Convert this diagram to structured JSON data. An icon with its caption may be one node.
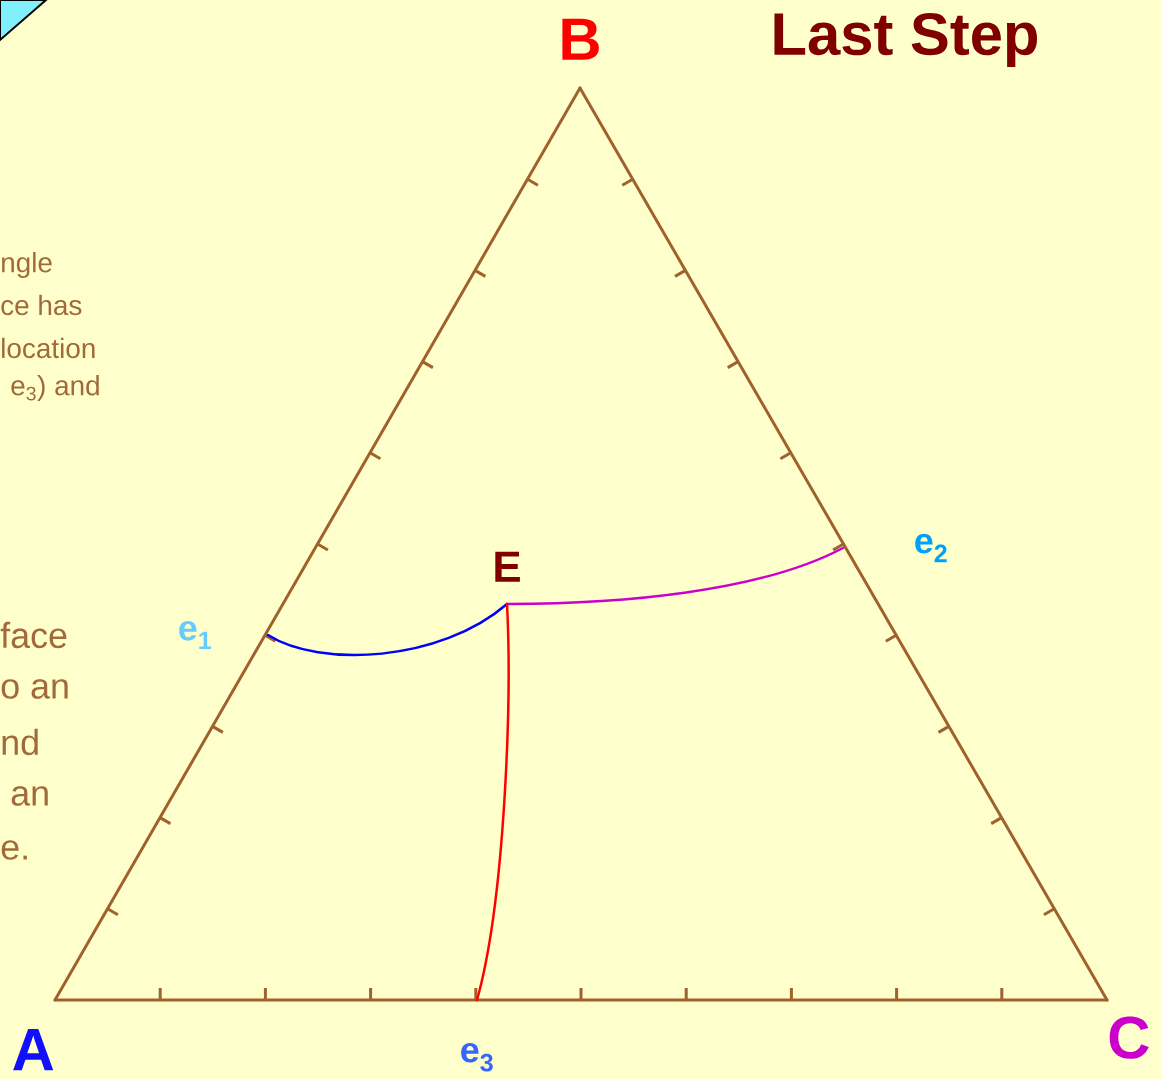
{
  "diagram": {
    "title": "Last Step",
    "nodes": [
      {
        "text": [
          "A"
        ]
      },
      {
        "text": [
          "B"
        ]
      },
      {
        "text": [
          "C"
        ]
      },
      {
        "text": [
          "E"
        ]
      },
      {
        "text": [
          "e$_{1}$"
        ]
      },
      {
        "text": [
          "e$_{2}$"
        ]
      },
      {
        "text": [
          "e$_{3}$"
        ]
      }
    ],
    "edges": [
      {
        "from": 0,
        "to": 1,
        "arrow": "none",
        "color": "#a0622d"
      },
      {
        "from": 1,
        "to": 2,
        "arrow": "none",
        "color": "#a0622d"
      },
      {
        "from": 2,
        "to": 0,
        "arrow": "none",
        "color": "#a0622d"
      },
      {
        "from": 4,
        "to": 3,
        "arrow": "none",
        "color": "#0000ff"
      },
      {
        "from": 5,
        "to": 3,
        "arrow": "none",
        "color": "#cc00cc"
      },
      {
        "from": 6,
        "to": 3,
        "arrow": "none",
        "color": "#ff0000"
      }
    ],
    "labels": [
      "ngle",
      "ce has",
      "location",
      "e$_{3}$) and",
      "face",
      "o an",
      "nd",
      "an",
      "e."
    ]
  }
}
